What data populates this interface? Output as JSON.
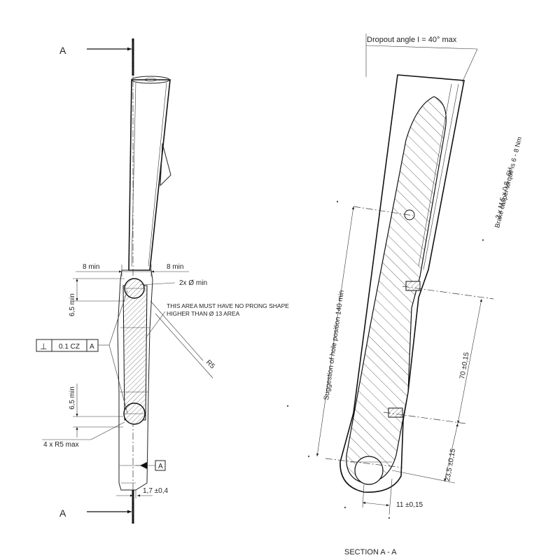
{
  "section_marks": {
    "top": "A",
    "bottom": "A"
  },
  "front_view": {
    "dim_width_left": "8 min",
    "dim_width_right": "8 min",
    "dim_hole_top": "6,5 min",
    "dim_hole_bottom": "6,5 min",
    "hole_callout": "2x Ø min",
    "note_line1": "THIS AREA MUST HAVE NO PRONG SHAPE",
    "note_line2": "HIGHER THAN Ø 13 AREA",
    "radius_label": "R5",
    "fcf_symbol": "⊥",
    "fcf_tolerance": "0.1 CZ",
    "fcf_datum": "A",
    "radius_max_label": "4 x R5 max",
    "datum_label": "A",
    "offset_dim": "1,7 ±0,4"
  },
  "section_view": {
    "dropout_angle": "Dropout angle I = 40° max",
    "thread_spec": "2 x M 5 x 0,8 - 6H",
    "torque_note": "Brake caliper torque is 6 - 8 Nm",
    "hole_position": "Suggestion of hole position 140 min",
    "dim_70": "70 ±0,15",
    "dim_23_5": "23,5 ±0,15",
    "dim_11": "11 ±0,15",
    "section_title": "SECTION A - A"
  }
}
